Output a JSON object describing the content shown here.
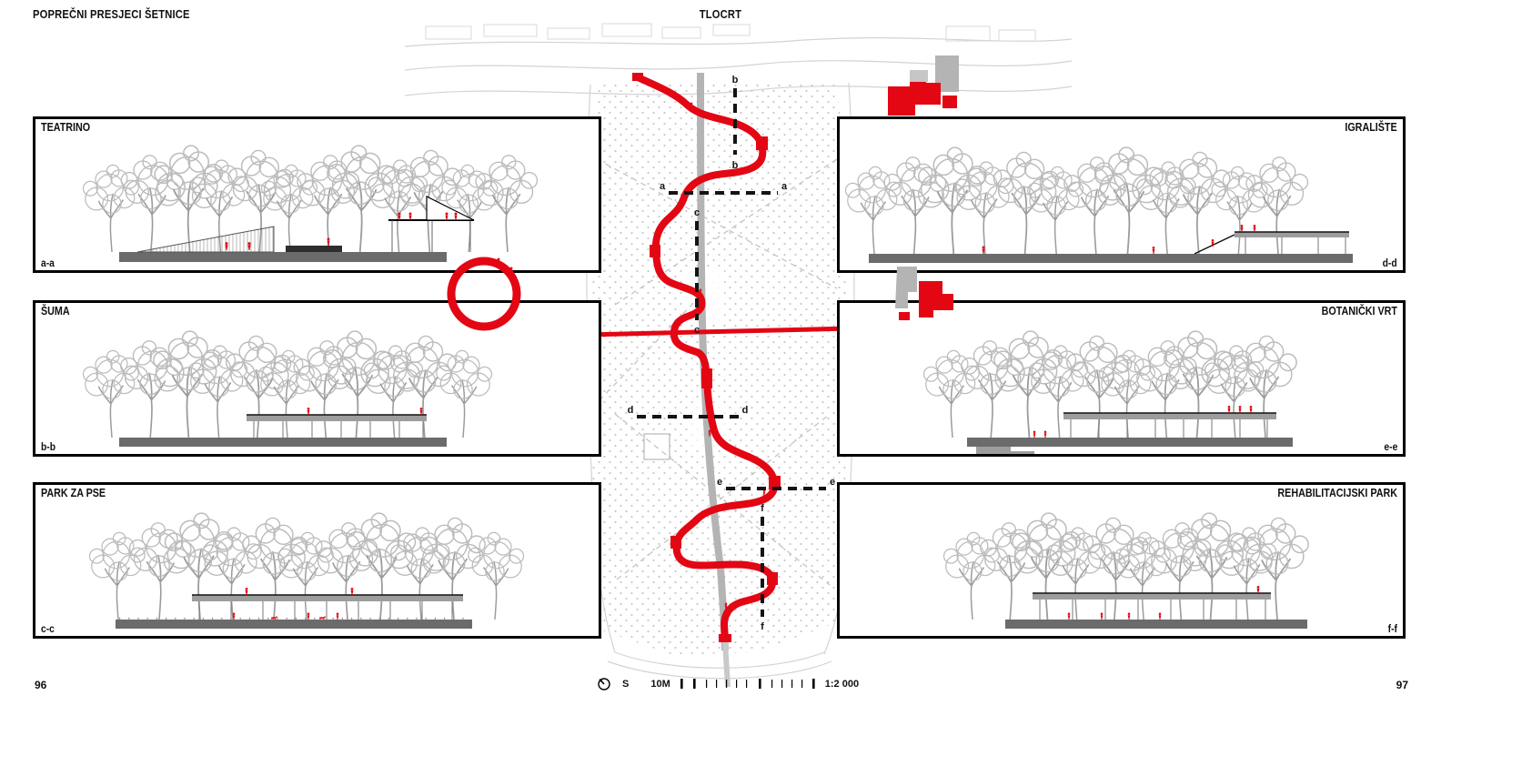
{
  "page": {
    "title": "POPREČNI PRESJECI ŠETNICE",
    "plan_title": "TLOCRT",
    "page_number_left": "96",
    "page_number_right": "97"
  },
  "panels": [
    {
      "title": "TEATRINO",
      "section_label": "a-a"
    },
    {
      "title": "ŠUMA",
      "section_label": "b-b"
    },
    {
      "title": "PARK ZA PSE",
      "section_label": "c-c"
    },
    {
      "title": "IGRALIŠTE",
      "section_label": "d-d"
    },
    {
      "title": "BOTANIČKI VRT",
      "section_label": "e-e"
    },
    {
      "title": "REHABILITACIJSKI PARK",
      "section_label": "f-f"
    }
  ],
  "plan": {
    "cuts": {
      "a": "a",
      "b": "b",
      "c": "c",
      "d": "d",
      "e": "e",
      "f": "f"
    }
  },
  "footer": {
    "north_label": "S",
    "scale_length_label": "10M",
    "scale_ratio_label": "1:2 000"
  },
  "colors": {
    "accent_red": "#e30613",
    "tree_gray": "#bcbcbc",
    "ground_gray": "#6b6b6b",
    "deck_gray": "#9d9d9d"
  }
}
